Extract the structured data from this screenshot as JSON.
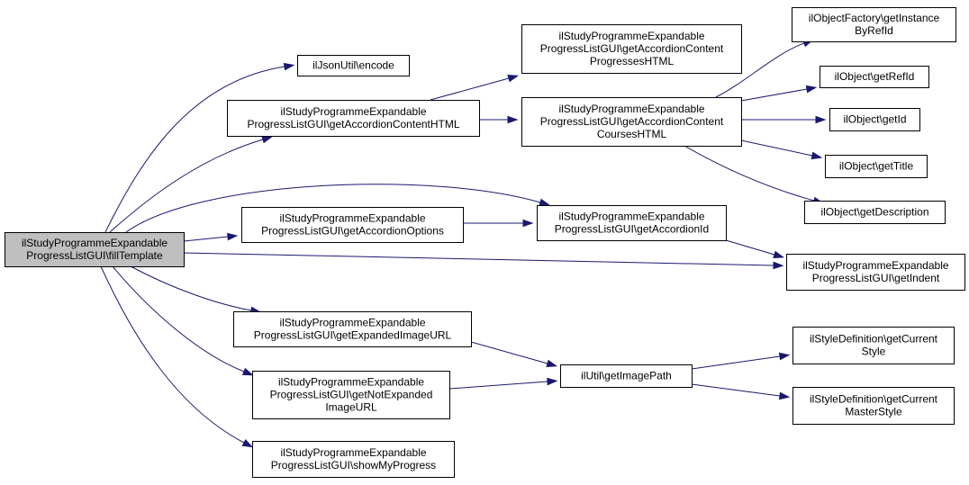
{
  "nodes": [
    {
      "id": "fillTemplate",
      "lines": [
        "ilStudyProgrammeExpandable",
        "ProgressListGUI\\fillTemplate"
      ],
      "highlight": true
    },
    {
      "id": "encode",
      "lines": [
        "ilJsonUtil\\encode"
      ]
    },
    {
      "id": "getAccordionContentHTML",
      "lines": [
        "ilStudyProgrammeExpandable",
        "ProgressListGUI\\getAccordionContentHTML"
      ]
    },
    {
      "id": "getAccordionOptions",
      "lines": [
        "ilStudyProgrammeExpandable",
        "ProgressListGUI\\getAccordionOptions"
      ]
    },
    {
      "id": "getExpandedImageURL",
      "lines": [
        "ilStudyProgrammeExpandable",
        "ProgressListGUI\\getExpandedImageURL"
      ]
    },
    {
      "id": "getNotExpandedImageURL",
      "lines": [
        "ilStudyProgrammeExpandable",
        "ProgressListGUI\\getNotExpanded",
        "ImageURL"
      ]
    },
    {
      "id": "showMyProgress",
      "lines": [
        "ilStudyProgrammeExpandable",
        "ProgressListGUI\\showMyProgress"
      ]
    },
    {
      "id": "getAccordionContentProgressesHTML",
      "lines": [
        "ilStudyProgrammeExpandable",
        "ProgressListGUI\\getAccordionContent",
        "ProgressesHTML"
      ]
    },
    {
      "id": "getAccordionContentCoursesHTML",
      "lines": [
        "ilStudyProgrammeExpandable",
        "ProgressListGUI\\getAccordionContent",
        "CoursesHTML"
      ]
    },
    {
      "id": "getAccordionId",
      "lines": [
        "ilStudyProgrammeExpandable",
        "ProgressListGUI\\getAccordionId"
      ]
    },
    {
      "id": "getImagePath",
      "lines": [
        "ilUtil\\getImagePath"
      ]
    },
    {
      "id": "getInstanceByRefId",
      "lines": [
        "ilObjectFactory\\getInstance",
        "ByRefId"
      ]
    },
    {
      "id": "getRefId",
      "lines": [
        "ilObject\\getRefId"
      ]
    },
    {
      "id": "getId",
      "lines": [
        "ilObject\\getId"
      ]
    },
    {
      "id": "getTitle",
      "lines": [
        "ilObject\\getTitle"
      ]
    },
    {
      "id": "getDescription",
      "lines": [
        "ilObject\\getDescription"
      ]
    },
    {
      "id": "getIndent",
      "lines": [
        "ilStudyProgrammeExpandable",
        "ProgressListGUI\\getIndent"
      ]
    },
    {
      "id": "getCurrentStyle",
      "lines": [
        "ilStyleDefinition\\getCurrent",
        "Style"
      ]
    },
    {
      "id": "getCurrentMasterStyle",
      "lines": [
        "ilStyleDefinition\\getCurrent",
        "MasterStyle"
      ]
    }
  ],
  "edges": [
    {
      "from": "fillTemplate",
      "to": "encode"
    },
    {
      "from": "fillTemplate",
      "to": "getAccordionContentHTML"
    },
    {
      "from": "fillTemplate",
      "to": "getAccordionId"
    },
    {
      "from": "fillTemplate",
      "to": "getAccordionOptions"
    },
    {
      "from": "fillTemplate",
      "to": "getIndent"
    },
    {
      "from": "fillTemplate",
      "to": "getExpandedImageURL"
    },
    {
      "from": "fillTemplate",
      "to": "getNotExpandedImageURL"
    },
    {
      "from": "fillTemplate",
      "to": "showMyProgress"
    },
    {
      "from": "getAccordionContentHTML",
      "to": "getAccordionContentProgressesHTML"
    },
    {
      "from": "getAccordionContentHTML",
      "to": "getAccordionContentCoursesHTML"
    },
    {
      "from": "getAccordionContentCoursesHTML",
      "to": "getInstanceByRefId"
    },
    {
      "from": "getAccordionContentCoursesHTML",
      "to": "getRefId"
    },
    {
      "from": "getAccordionContentCoursesHTML",
      "to": "getId"
    },
    {
      "from": "getAccordionContentCoursesHTML",
      "to": "getTitle"
    },
    {
      "from": "getAccordionContentCoursesHTML",
      "to": "getDescription"
    },
    {
      "from": "getAccordionOptions",
      "to": "getAccordionId"
    },
    {
      "from": "getAccordionId",
      "to": "getIndent"
    },
    {
      "from": "getExpandedImageURL",
      "to": "getImagePath"
    },
    {
      "from": "getNotExpandedImageURL",
      "to": "getImagePath"
    },
    {
      "from": "getImagePath",
      "to": "getCurrentStyle"
    },
    {
      "from": "getImagePath",
      "to": "getCurrentMasterStyle"
    }
  ]
}
